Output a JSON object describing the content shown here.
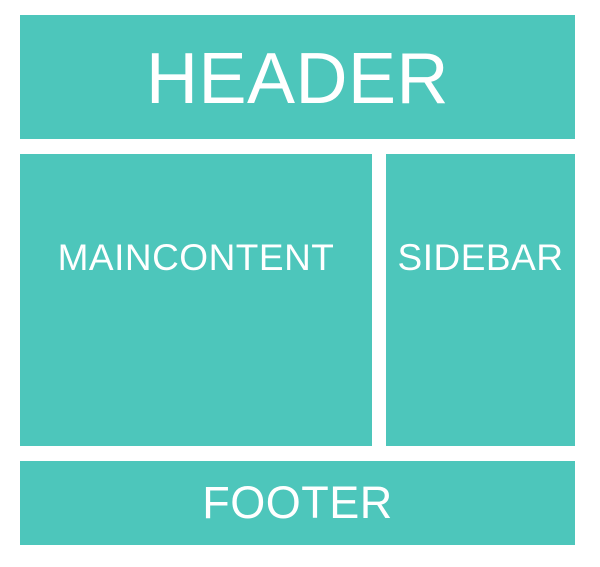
{
  "colors": {
    "block_fill": "#4dc6bb",
    "text": "#ffffff",
    "background": "#ffffff"
  },
  "blocks": {
    "header": "HEADER",
    "main_content": "MAINCONTENT",
    "sidebar": "SIDEBAR",
    "footer": "FOOTER"
  }
}
